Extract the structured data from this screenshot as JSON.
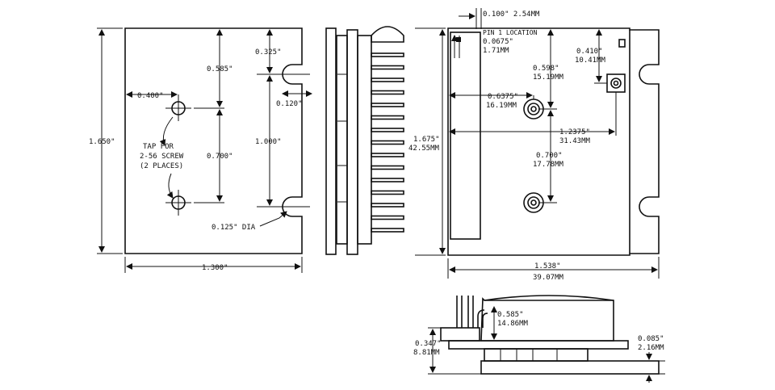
{
  "left_view": {
    "height": "1.650\"",
    "width": "1.300\"",
    "notch_top_offset": "0.325\"",
    "hole_v_offset": "0.585\"",
    "hole_h_offset": "0.400\"",
    "notch_depth": "0.120\"",
    "hole_spacing": "0.700\"",
    "notch_spacing": "1.000\"",
    "tap_note": [
      "TAP FOR",
      "2-56 SCREW",
      "(2 PLACES)"
    ],
    "notch_dia": "0.125\" DIA"
  },
  "right_view": {
    "top_dim": "0.100\" 2.54MM",
    "pin_location_label": "PIN 1 LOCATION",
    "pin_location_in": "0.0675\"",
    "pin_location_mm": "1.71MM",
    "dim_410_in": "0.410\"",
    "dim_410_mm": "10.41MM",
    "dim_598_in": "0.598\"",
    "dim_598_mm": "15.19MM",
    "dim_6375_in": "0.6375\"",
    "dim_6375_mm": "16.19MM",
    "dim_12375_in": "1.2375\"",
    "dim_12375_mm": "31.43MM",
    "dim_700_in": "0.700\"",
    "dim_700_mm": "17.78MM",
    "height_in": "1.675\"",
    "height_mm": "42.55MM",
    "width_in": "1.538\"",
    "width_mm": "39.07MM"
  },
  "bottom_view": {
    "dim_585_in": "0.585\"",
    "dim_585_mm": "14.86MM",
    "dim_347_in": "0.347\"",
    "dim_347_mm": "8.81MM",
    "dim_085_in": "0.085\"",
    "dim_085_mm": "2.16MM"
  }
}
